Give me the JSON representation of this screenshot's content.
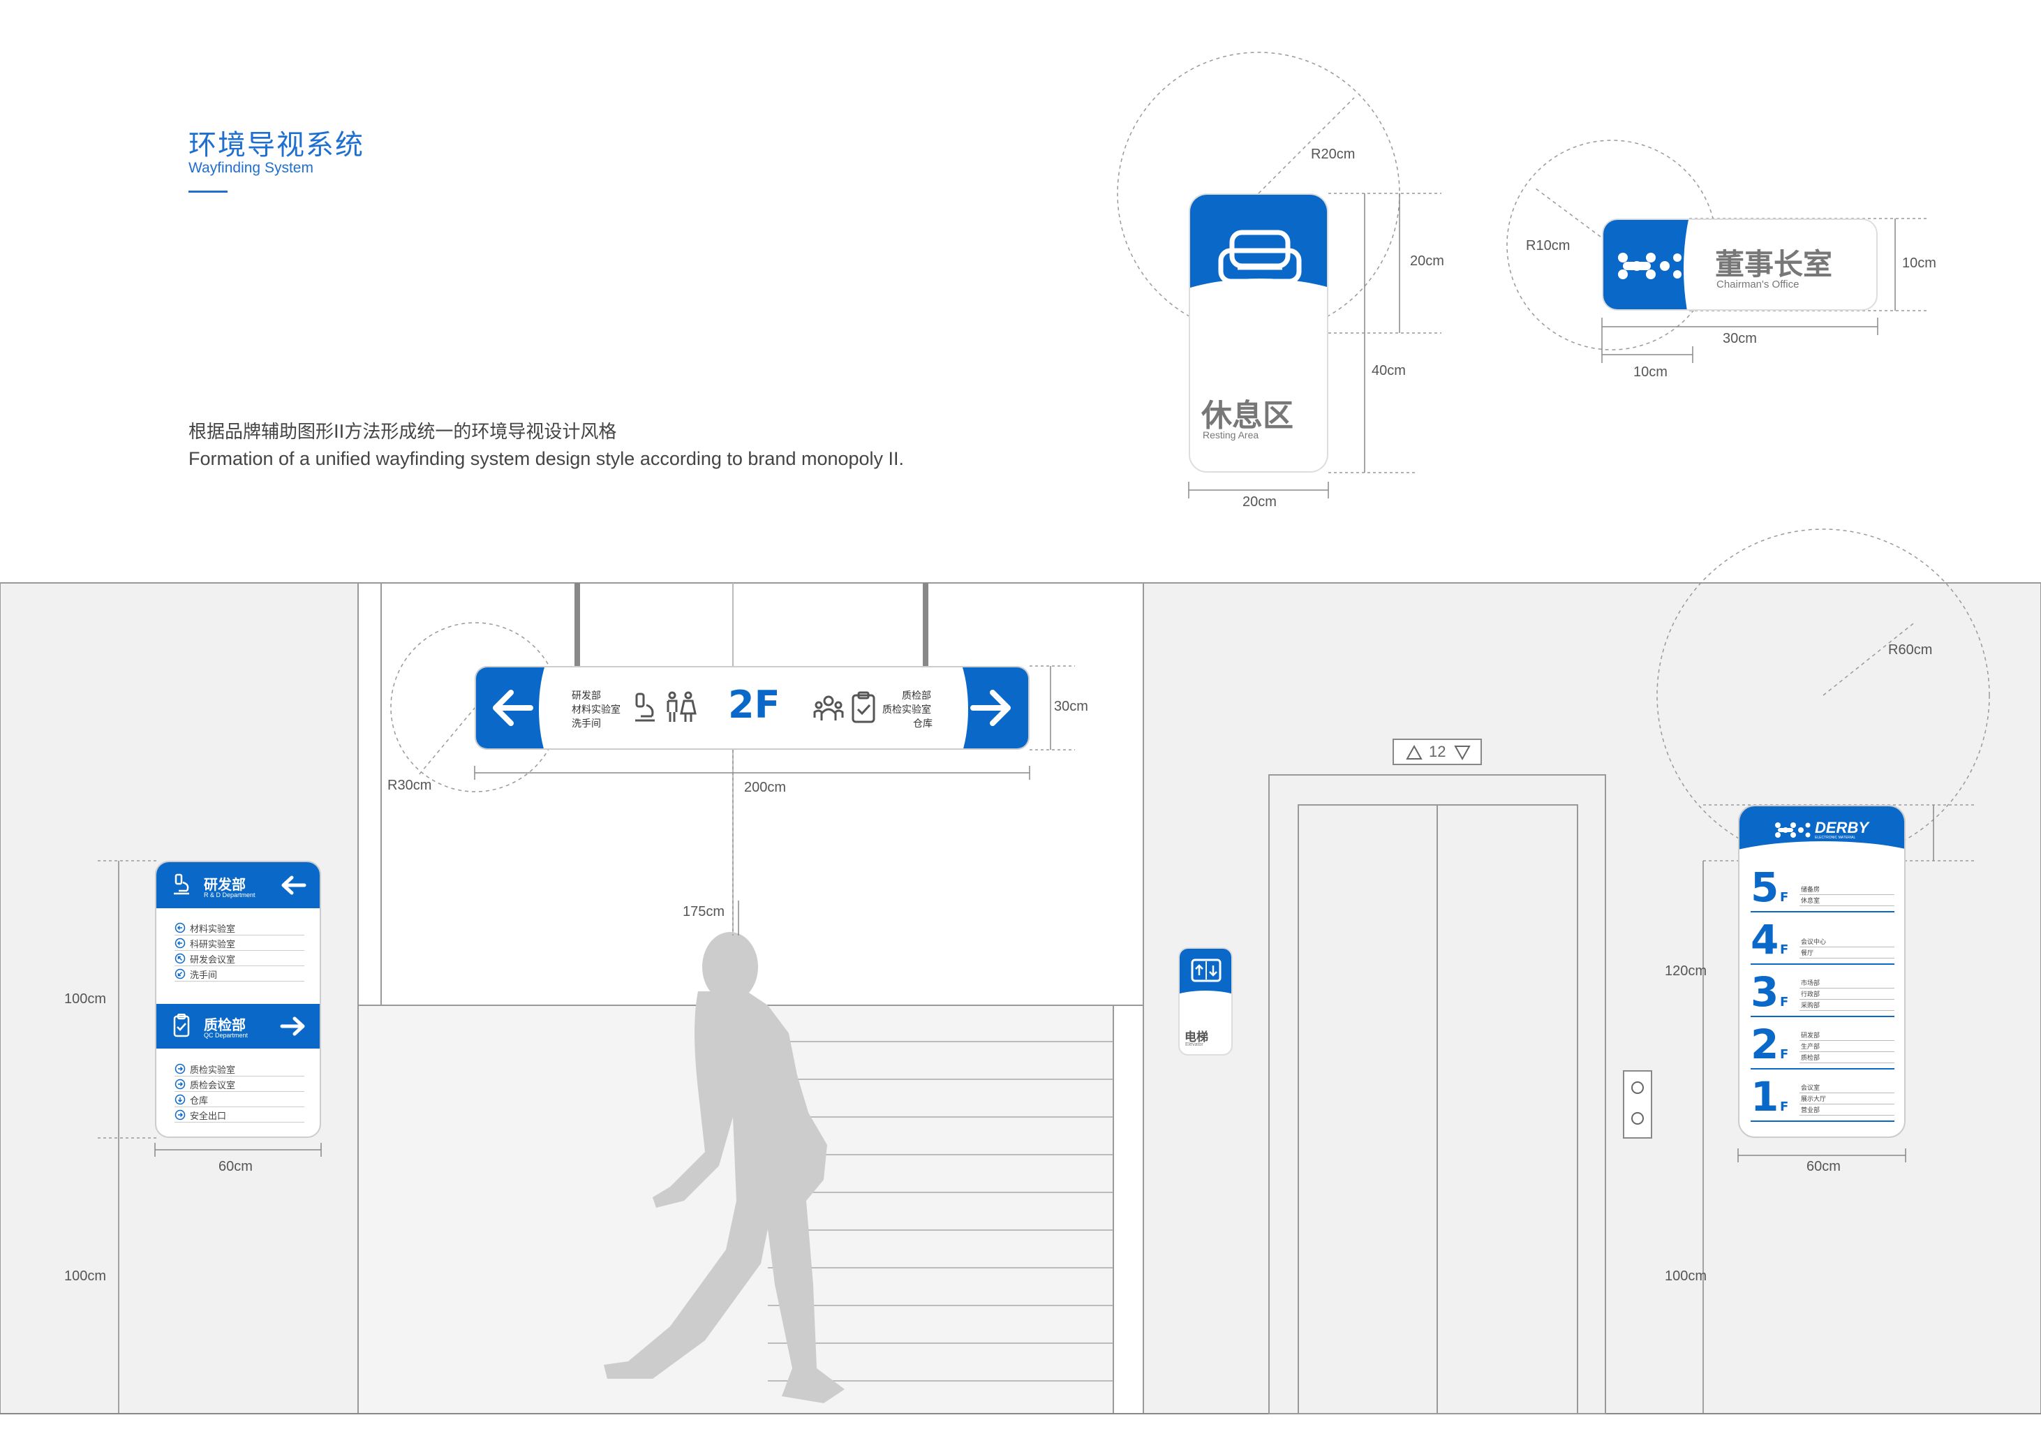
{
  "header": {
    "title_cn": "环境导视系统",
    "title_en": "Wayfinding System",
    "desc_cn": "根据品牌辅助图形II方法形成统一的环境导视设计风格",
    "desc_en": "Formation of a unified wayfinding system design style according to brand monopoly II."
  },
  "colors": {
    "brand_blue": "#0a68c9",
    "wall": "#f1f1f1",
    "line": "#888888",
    "silhouette": "#cccccc"
  },
  "resting_sign": {
    "icon": "sofa-icon",
    "name_cn": "休息区",
    "name_en": "Resting Area",
    "dims": {
      "radius": "R20cm",
      "height_top": "20cm",
      "height_total": "40cm",
      "width": "20cm"
    }
  },
  "office_sign": {
    "icon": "brand-dots-icon",
    "name_cn": "董事长室",
    "name_en": "Chairman's Office",
    "dims": {
      "radius": "R10cm",
      "height": "10cm",
      "width": "30cm",
      "tab_width": "10cm"
    }
  },
  "hanging_sign": {
    "left_items": [
      "研发部",
      "材料实验室",
      "洗手间"
    ],
    "floor": "2F",
    "right_items": [
      "质检部",
      "质检实验室",
      "仓库"
    ],
    "left_icons": [
      "microscope-icon",
      "restroom-icon"
    ],
    "right_icons": [
      "team-icon",
      "clipboard-icon"
    ],
    "dims": {
      "radius": "R30cm",
      "height": "30cm",
      "width": "200cm",
      "clearance": "175cm"
    }
  },
  "wall_directory": {
    "section1": {
      "title_cn": "研发部",
      "title_en": "R & D Department",
      "items": [
        "材料实验室",
        "科研实验室",
        "研发会议室",
        "洗手间"
      ]
    },
    "section2": {
      "title_cn": "质检部",
      "title_en": "QC Department",
      "items": [
        "质检实验室",
        "质检会议室",
        "仓库",
        "安全出口"
      ]
    },
    "dims": {
      "height": "100cm",
      "mount_height": "100cm",
      "width": "60cm"
    }
  },
  "elevator": {
    "indicator_floor": "12",
    "sign_cn": "电梯",
    "sign_en": "Elevator"
  },
  "floor_directory": {
    "brand": "DERBY",
    "brand_sub": "ELECTRONIC MATERIAL",
    "floors": [
      {
        "num": "5",
        "suffix": "F",
        "items": [
          "储备房",
          "休息室"
        ]
      },
      {
        "num": "4",
        "suffix": "F",
        "items": [
          "会议中心",
          "餐厅"
        ]
      },
      {
        "num": "3",
        "suffix": "F",
        "items": [
          "市场部",
          "行政部",
          "采购部"
        ]
      },
      {
        "num": "2",
        "suffix": "F",
        "items": [
          "研发部",
          "生产部",
          "质检部"
        ]
      },
      {
        "num": "1",
        "suffix": "F",
        "items": [
          "会议室",
          "展示大厅",
          "营业部"
        ]
      }
    ],
    "dims": {
      "radius": "R60cm",
      "height": "120cm",
      "width": "60cm",
      "mount_height": "100cm"
    }
  }
}
